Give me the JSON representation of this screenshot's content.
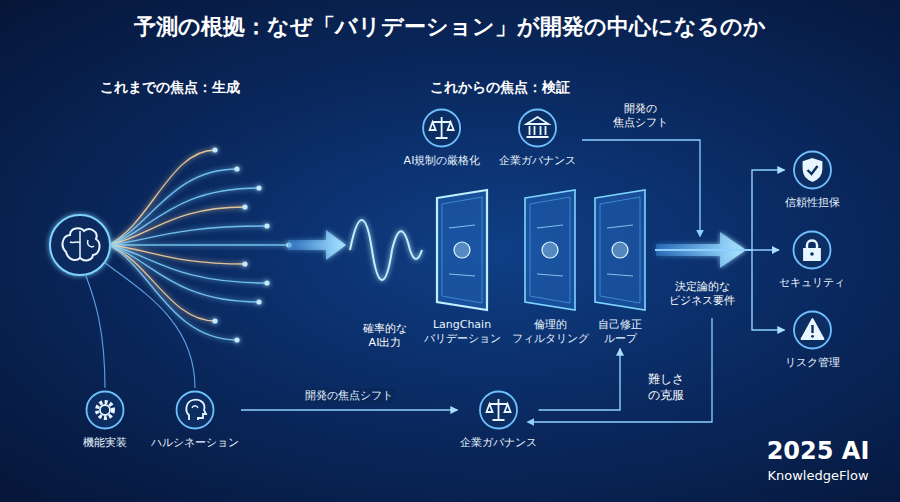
{
  "diagram": {
    "title": "予測の根拠：なぜ「バリデーション」が開発の中心になるのか",
    "nodes": [
      {
        "text": [
          "機能実装"
        ]
      },
      {
        "text": [
          "ハルシネーション"
        ]
      },
      {
        "text": [
          "AI規制の厳格化"
        ]
      },
      {
        "text": [
          "企業ガバナンス"
        ]
      },
      {
        "text": [
          "LangChain バリデーション"
        ]
      },
      {
        "text": [
          "倫理的 フィルタリング"
        ]
      },
      {
        "text": [
          "自己修正 ループ"
        ]
      },
      {
        "text": [
          "企業ガバナンス"
        ]
      },
      {
        "text": [
          "信頼性担保"
        ]
      },
      {
        "text": [
          "セキュリティ"
        ]
      },
      {
        "text": [
          "リスク管理"
        ]
      }
    ],
    "edges": [
      {
        "from": 1,
        "to": 7,
        "label": "開発の焦点シフト",
        "arrow": "to"
      },
      {
        "from": 7,
        "to": 6,
        "arrow": "to"
      },
      {
        "from": 6,
        "to": 8,
        "arrow": "to"
      },
      {
        "from": 6,
        "to": 9,
        "arrow": "to"
      },
      {
        "from": 6,
        "to": 10,
        "arrow": "to"
      }
    ],
    "labels": [
      "これまでの焦点：生成",
      "これからの焦点：検証",
      "確率的な AI出力",
      "開発の 焦点シフト",
      "決定論的な ビジネス要件",
      "難しさ の克服",
      "2025 AI",
      "KnowledgeFlow"
    ]
  }
}
